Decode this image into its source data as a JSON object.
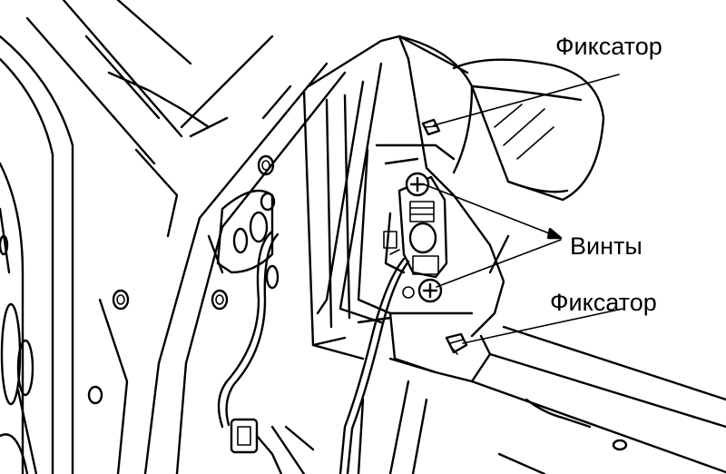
{
  "callouts": {
    "retainer_top": "Фиксатор",
    "screws": "Винты",
    "retainer_bottom": "Фиксатор"
  },
  "colors": {
    "ink": "#000000",
    "background": "#ffffff"
  }
}
